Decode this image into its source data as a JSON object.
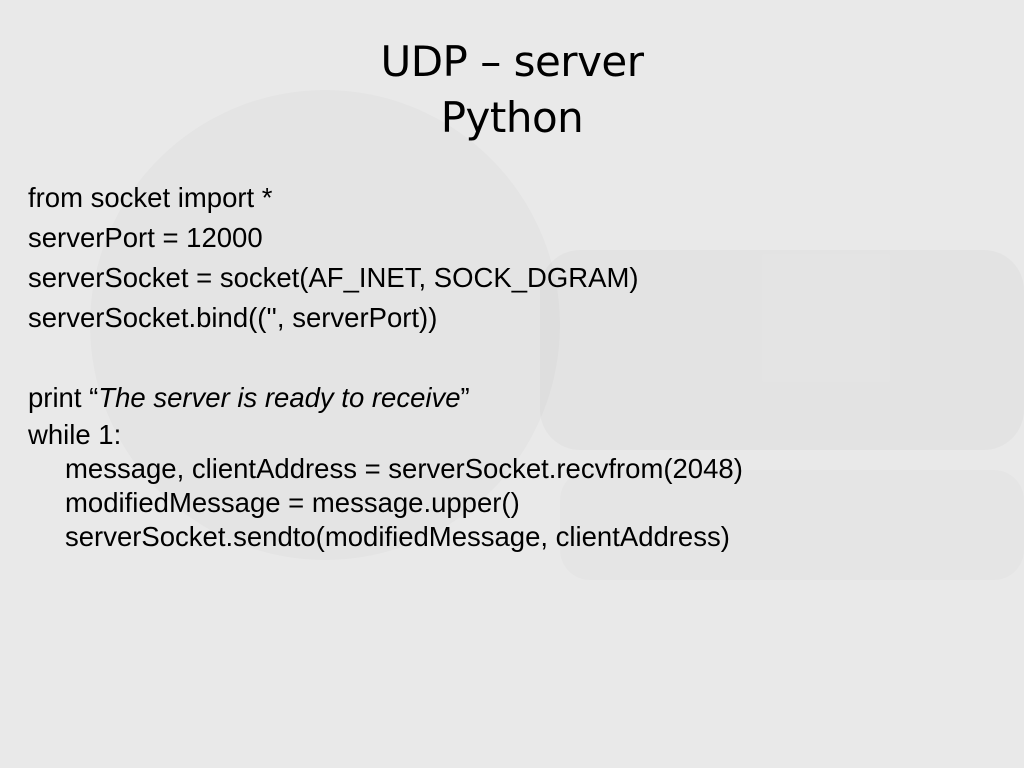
{
  "slide": {
    "title_line1": "UDP – server",
    "title_line2": "Python",
    "code": {
      "line1": "from socket import *",
      "line2": "serverPort = 12000",
      "line3": "serverSocket = socket(AF_INET, SOCK_DGRAM)",
      "line4": "serverSocket.bind(('', serverPort))",
      "line5_prefix": "print “",
      "line5_italic": "The server is ready to receive",
      "line5_suffix": "”",
      "line6": "while 1:",
      "line7": "message, clientAddress = serverSocket.recvfrom(2048)",
      "line8": "modifiedMessage = message.upper()",
      "line9": "serverSocket.sendto(modifiedMessage, clientAddress)"
    }
  },
  "colors": {
    "background": "#e9e9e9",
    "text": "#000000"
  }
}
